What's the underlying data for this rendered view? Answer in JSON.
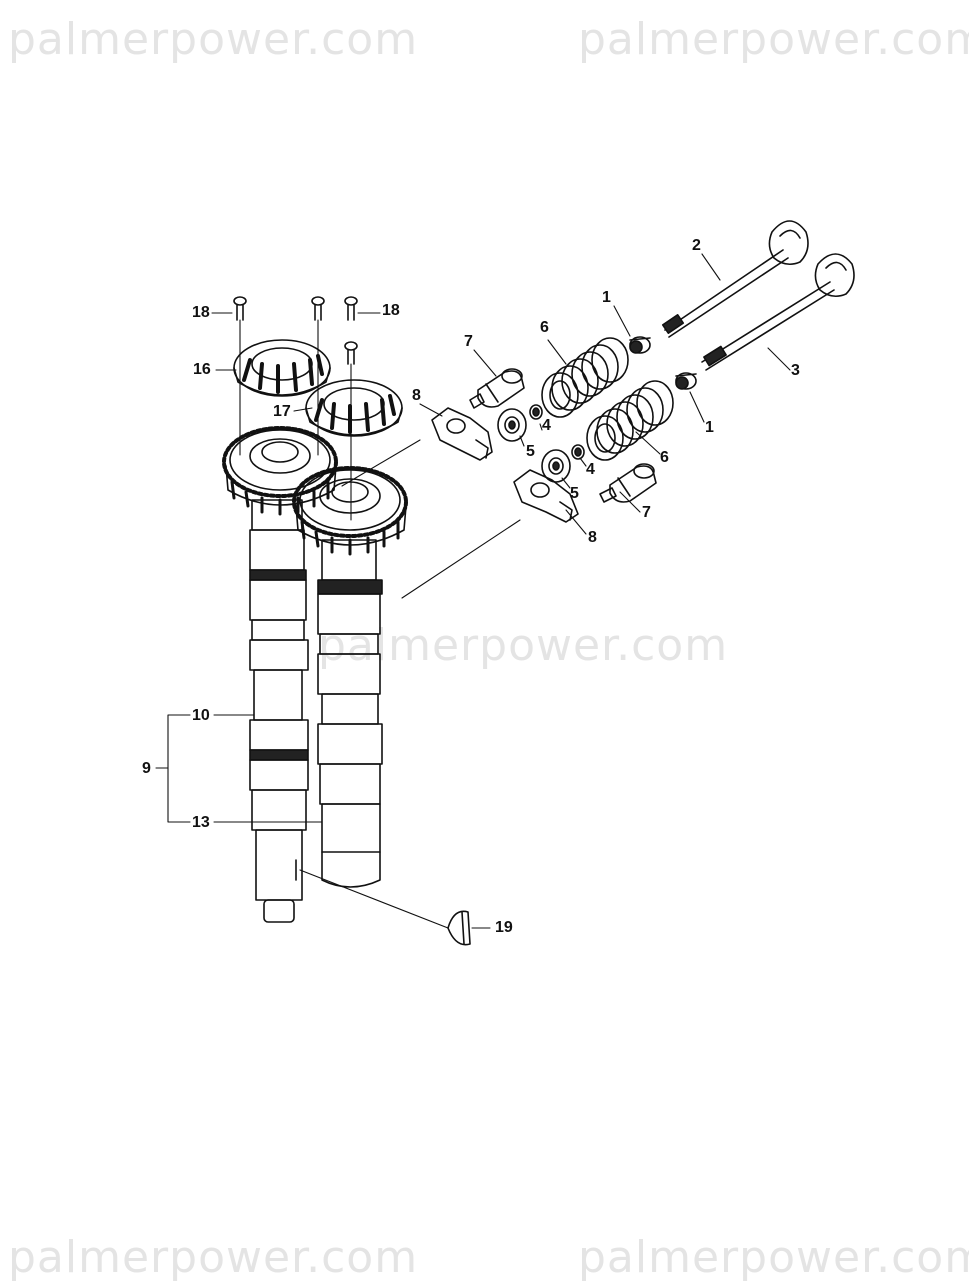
{
  "watermarks": {
    "top_left": "palmerpower.com",
    "top_right": "palmerpower.com",
    "center": "palmerpower.com",
    "bottom_left": "palmerpower.com",
    "bottom_right": "palmerpower.com"
  },
  "callouts": {
    "c1a": "1",
    "c1b": "1",
    "c2": "2",
    "c3": "3",
    "c4a": "4",
    "c4b": "4",
    "c5a": "5",
    "c5b": "5",
    "c6a": "6",
    "c6b": "6",
    "c7a": "7",
    "c7b": "7",
    "c8a": "8",
    "c8b": "8",
    "c9": "9",
    "c10": "10",
    "c13": "13",
    "c16": "16",
    "c17": "17",
    "c18a": "18",
    "c18b": "18",
    "c19": "19"
  }
}
